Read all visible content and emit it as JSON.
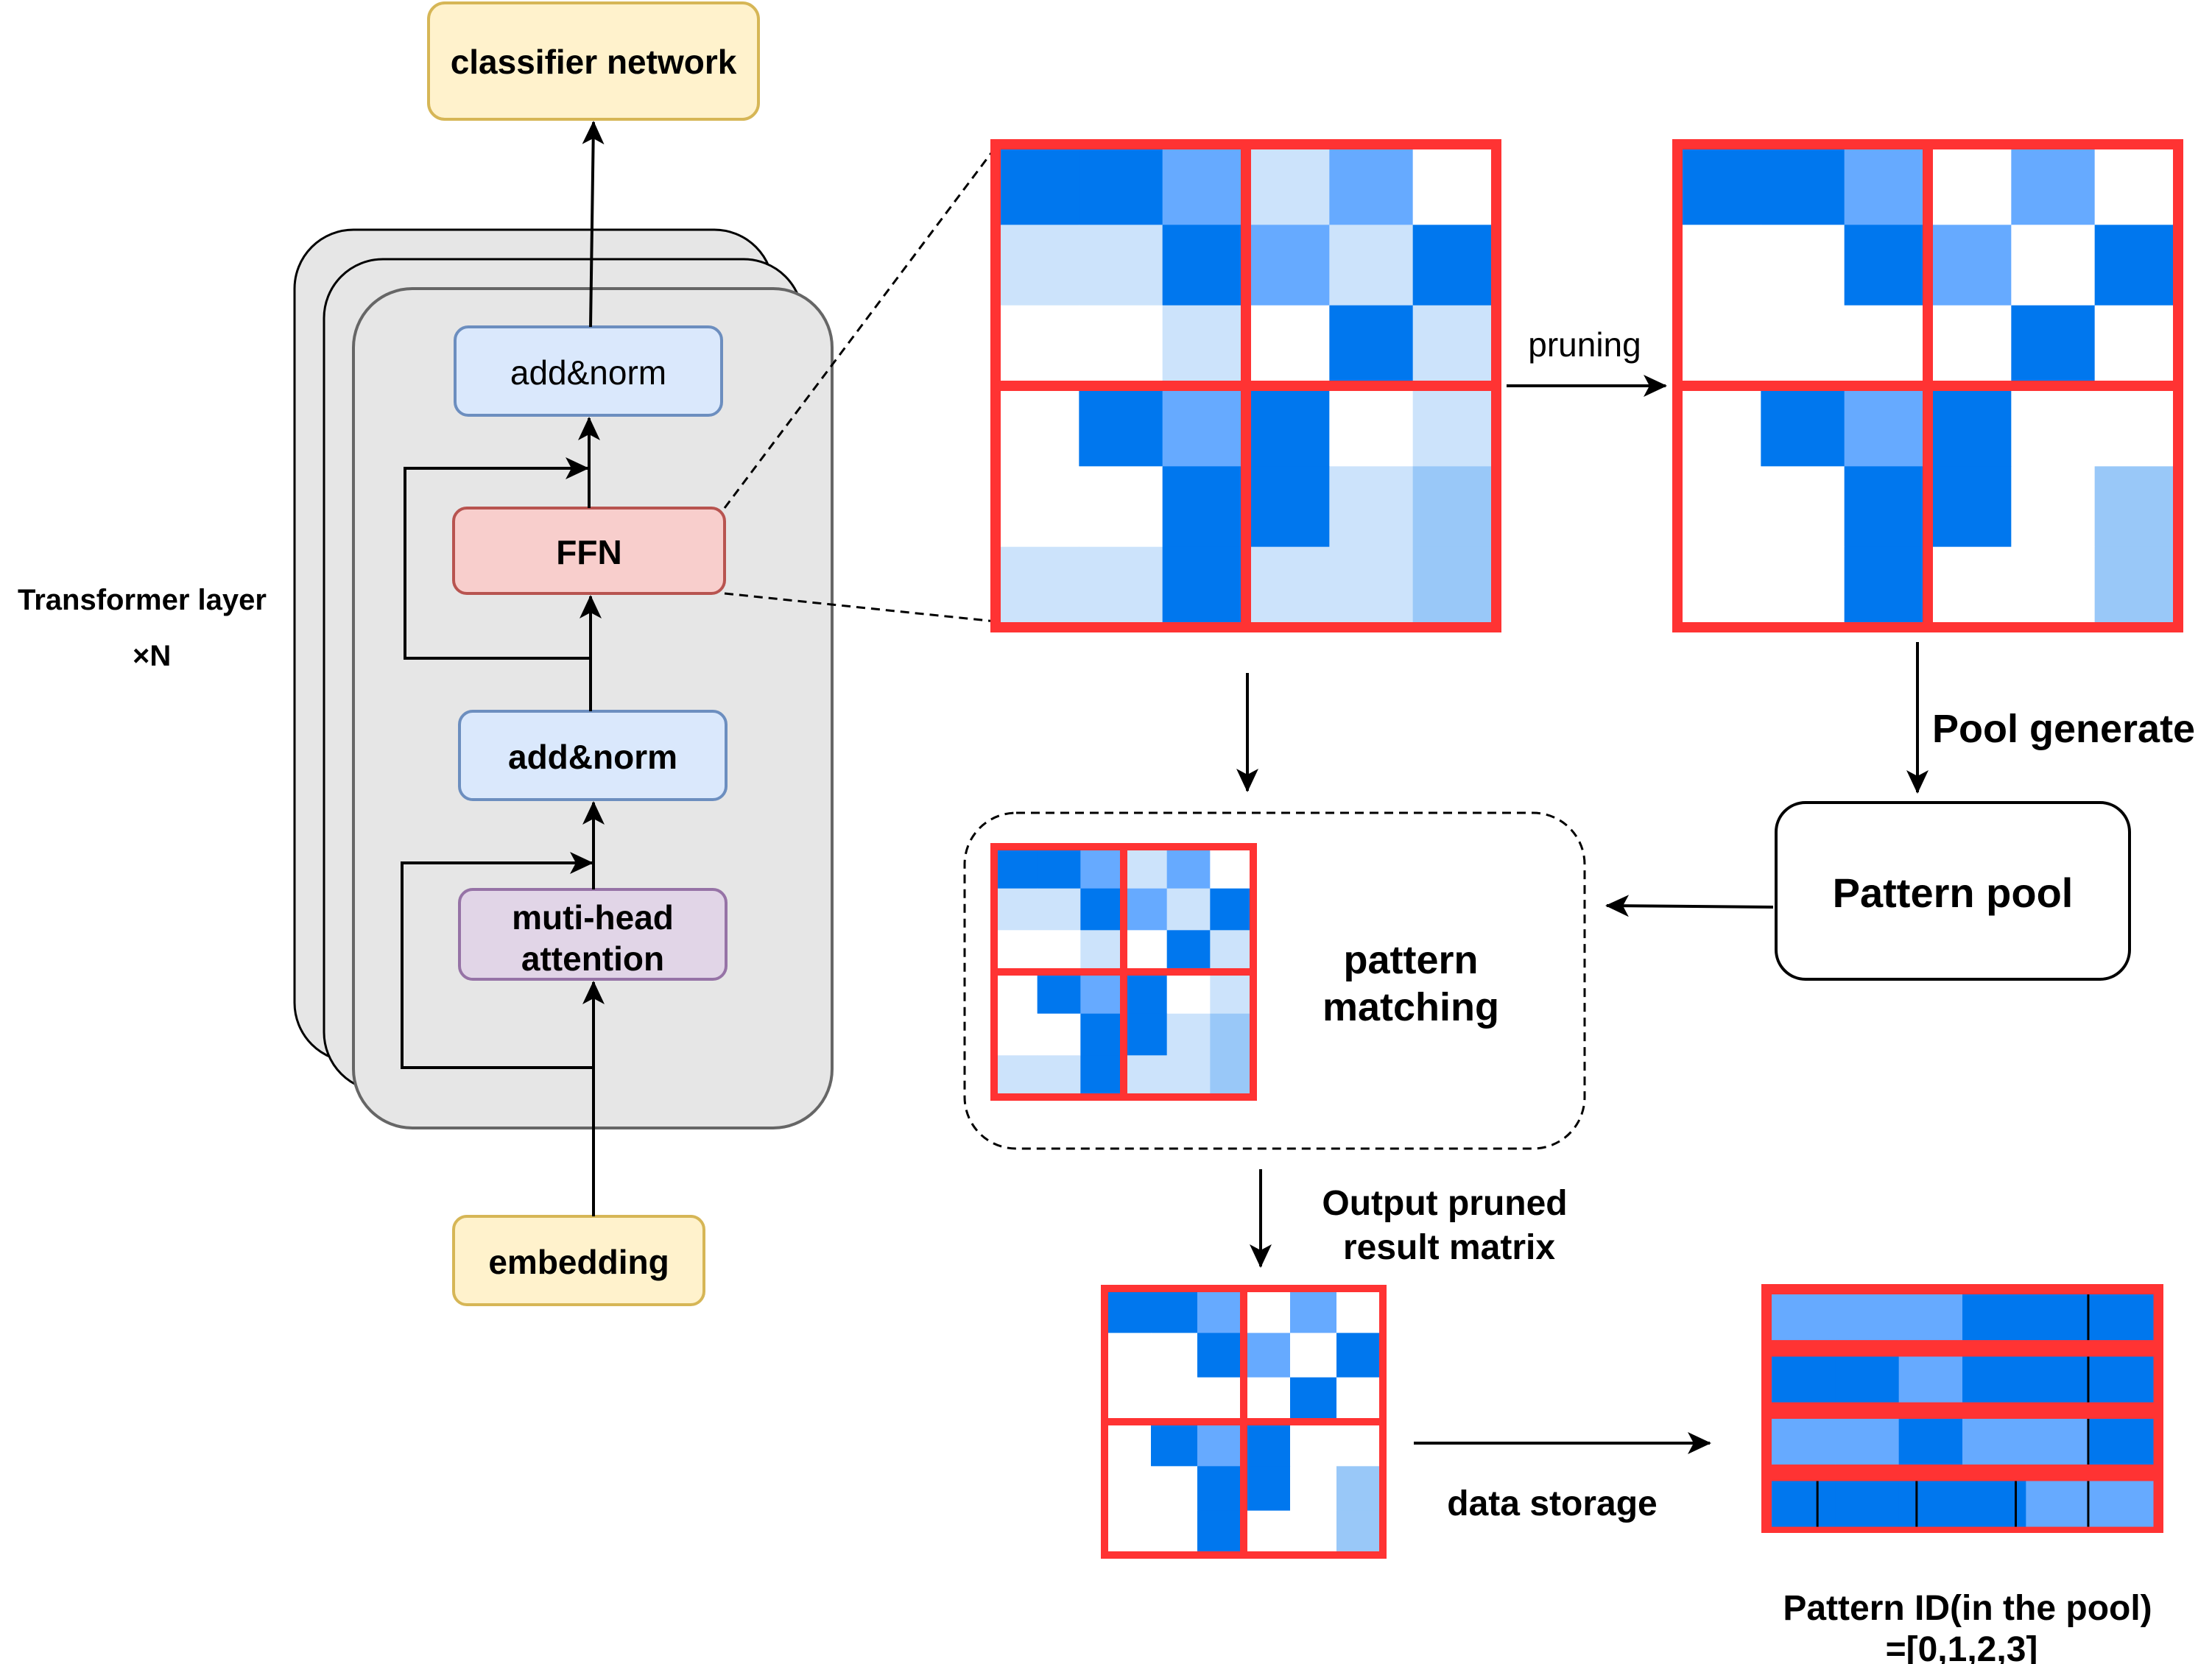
{
  "labels": {
    "classifier": "classifier network",
    "add_norm_top": "add&norm",
    "ffn": "FFN",
    "add_norm_bottom": "add&norm",
    "attention_line1": "muti-head",
    "attention_line2": "attention",
    "embedding": "embedding",
    "transformer_layer": "Transformer layer",
    "times_n": "×N",
    "pruning": "pruning",
    "pool_generate": "Pool generate",
    "pattern_pool": "Pattern pool",
    "pattern_matching_line1": "pattern",
    "pattern_matching_line2": "matching",
    "output_line1": "Output pruned",
    "output_line2": "result matrix",
    "data_storage": "data storage",
    "pattern_id_line1": "Pattern ID(in the pool)",
    "pattern_id_line2": "=[0,1,2,3]"
  },
  "colors": {
    "red_border": "#ff3333",
    "blue_dark": "#0077ee",
    "blue_mid": "#66aaff",
    "blue_light": "#cce3fb",
    "blue_soft": "#99c8f8",
    "white": "#ffffff",
    "classifier_fill": "#fff2cc",
    "classifier_stroke": "#d6b656",
    "addnorm_fill": "#dae8fc",
    "addnorm_stroke": "#6c8ebf",
    "ffn_fill": "#f8cecc",
    "ffn_stroke": "#b85450",
    "attention_fill": "#e1d5e7",
    "attention_stroke": "#9673a6",
    "layer_fill": "#e6e6e6",
    "layer_stroke": "#666666"
  },
  "matrices": {
    "original": [
      [
        "D",
        "D",
        "M",
        "L",
        "M",
        "W"
      ],
      [
        "L",
        "L",
        "D",
        "M",
        "L",
        "D"
      ],
      [
        "W",
        "W",
        "L",
        "W",
        "D",
        "L"
      ],
      [
        "W",
        "D",
        "M",
        "D",
        "W",
        "L"
      ],
      [
        "W",
        "W",
        "D",
        "D",
        "L",
        "S"
      ],
      [
        "L",
        "L",
        "D",
        "L",
        "L",
        "S"
      ]
    ],
    "pruned": [
      [
        "D",
        "D",
        "M",
        "W",
        "M",
        "W"
      ],
      [
        "W",
        "W",
        "D",
        "M",
        "W",
        "D"
      ],
      [
        "W",
        "W",
        "W",
        "W",
        "D",
        "W"
      ],
      [
        "W",
        "D",
        "M",
        "D",
        "W",
        "W"
      ],
      [
        "W",
        "W",
        "D",
        "D",
        "W",
        "S"
      ],
      [
        "W",
        "W",
        "D",
        "W",
        "W",
        "S"
      ]
    ],
    "storage_rows": [
      [
        "M",
        "M",
        "M",
        "D",
        "D",
        "D"
      ],
      [
        "D",
        "D",
        "M",
        "D",
        "D",
        "D"
      ],
      [
        "M",
        "M",
        "D",
        "M",
        "M",
        "D"
      ],
      [
        "D",
        "D",
        "D",
        "D",
        "M",
        "M"
      ]
    ]
  }
}
